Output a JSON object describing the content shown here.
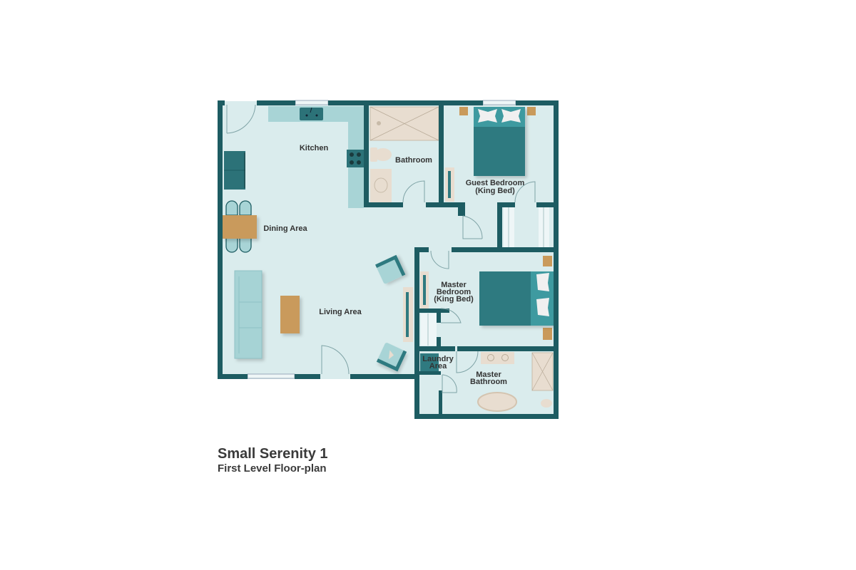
{
  "plan": {
    "title": "Small Serenity 1",
    "subtitle": "First Level Floor-plan",
    "colors": {
      "wall": "#1d5c62",
      "floor": "#daeced",
      "counter": "#a8d4d6",
      "appliance": "#2c7278",
      "bed": "#2f7a80",
      "bed_trim": "#3e9aa0",
      "wood": "#c99a5b",
      "fixture": "#e8ddd0",
      "sofa": "#a6d3d5",
      "window": "#eef6f7"
    },
    "rooms": {
      "kitchen": "Kitchen",
      "bathroom": "Bathroom",
      "guest_bedroom_line1": "Guest Bedroom",
      "guest_bedroom_line2": "(King Bed)",
      "dining": "Dining Area",
      "living": "Living Area",
      "master_bedroom_line1": "Master",
      "master_bedroom_line2": "Bedroom",
      "master_bedroom_line3": "(King Bed)",
      "laundry_line1": "Laundry",
      "laundry_line2": "Area",
      "master_bathroom_line1": "Master",
      "master_bathroom_line2": "Bathroom"
    }
  }
}
